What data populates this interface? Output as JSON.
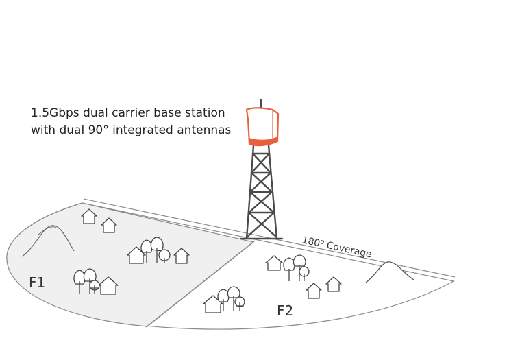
{
  "caption": {
    "line1": "1.5Gbps dual carrier base station",
    "line2": "with dual 90° integrated antennas"
  },
  "coverage_label": "180⁰ Coverage",
  "sectors": {
    "f1": "F1",
    "f2": "F2"
  },
  "colors": {
    "antenna_accent": "#e8603c",
    "sector_f1_fill": "#f0f0f0",
    "outline": "#8a8a8a"
  },
  "icons": [
    "base-station-antenna-icon",
    "lattice-tower-icon",
    "house-icon",
    "tree-icon",
    "hill-icon"
  ]
}
